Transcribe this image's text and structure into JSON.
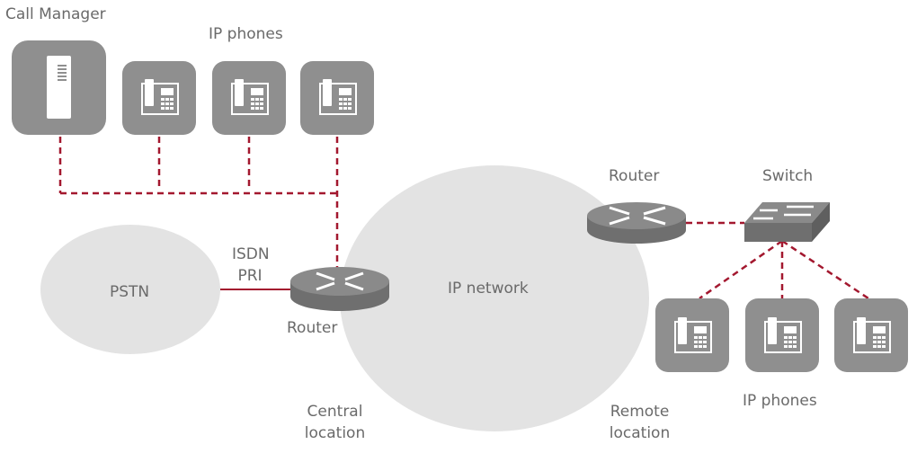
{
  "diagram": {
    "labels": {
      "call_manager": "Call Manager",
      "ip_phones_top": "IP phones",
      "pstn": "PSTN",
      "isdn_line1": "ISDN",
      "isdn_line2": "PRI",
      "router_central": "Router",
      "ip_network": "IP network",
      "router_remote": "Router",
      "switch": "Switch",
      "ip_phones_bottom": "IP phones",
      "central_line1": "Central",
      "central_line2": "location",
      "remote_line1": "Remote",
      "remote_line2": "location"
    },
    "colors": {
      "device_gray": "#8f8f8f",
      "cloud_gray": "#e3e3e3",
      "link_red": "#a3182f",
      "text_gray": "#6a6a6a"
    },
    "nodes": [
      {
        "id": "call-manager",
        "type": "server"
      },
      {
        "id": "phone-top-1",
        "type": "ip-phone"
      },
      {
        "id": "phone-top-2",
        "type": "ip-phone"
      },
      {
        "id": "phone-top-3",
        "type": "ip-phone"
      },
      {
        "id": "pstn",
        "type": "cloud"
      },
      {
        "id": "router-central",
        "type": "router"
      },
      {
        "id": "ip-network",
        "type": "cloud"
      },
      {
        "id": "router-remote",
        "type": "router"
      },
      {
        "id": "switch",
        "type": "switch"
      },
      {
        "id": "phone-remote-1",
        "type": "ip-phone"
      },
      {
        "id": "phone-remote-2",
        "type": "ip-phone"
      },
      {
        "id": "phone-remote-3",
        "type": "ip-phone"
      }
    ],
    "links": [
      {
        "from": "call-manager",
        "to": "router-central",
        "style": "dashed"
      },
      {
        "from": "phone-top-1",
        "to": "router-central",
        "style": "dashed"
      },
      {
        "from": "phone-top-2",
        "to": "router-central",
        "style": "dashed"
      },
      {
        "from": "phone-top-3",
        "to": "router-central",
        "style": "dashed"
      },
      {
        "from": "pstn",
        "to": "router-central",
        "style": "solid",
        "label": "ISDN PRI"
      },
      {
        "from": "router-remote",
        "to": "switch",
        "style": "dashed"
      },
      {
        "from": "switch",
        "to": "phone-remote-1",
        "style": "dashed"
      },
      {
        "from": "switch",
        "to": "phone-remote-2",
        "style": "dashed"
      },
      {
        "from": "switch",
        "to": "phone-remote-3",
        "style": "dashed"
      }
    ]
  }
}
